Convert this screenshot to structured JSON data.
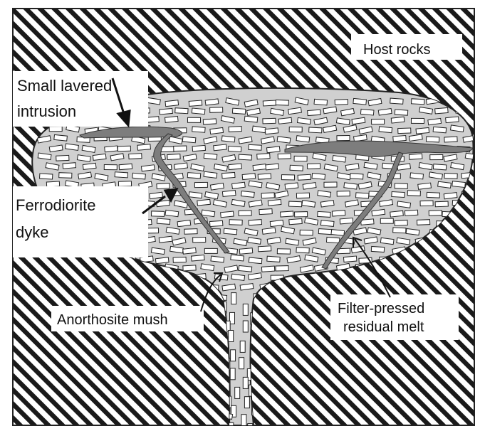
{
  "labels": {
    "host_rocks": "Host rocks",
    "small_layered_intrusion": [
      "Small lavered",
      "intrusion"
    ],
    "ferrodiorite_dyke": [
      "Ferrodiorite",
      "dyke"
    ],
    "anorthosite_mush": "Anorthosite mush",
    "filter_pressed_melt": [
      "Filter-pressed",
      "residual melt"
    ]
  },
  "colors": {
    "host_hatch": "#1a1a1a",
    "mush_fill": "#d0d0d0",
    "melt_fill": "#7d7d7d",
    "crystal_fill": "#ffffff",
    "outline": "#222222"
  }
}
